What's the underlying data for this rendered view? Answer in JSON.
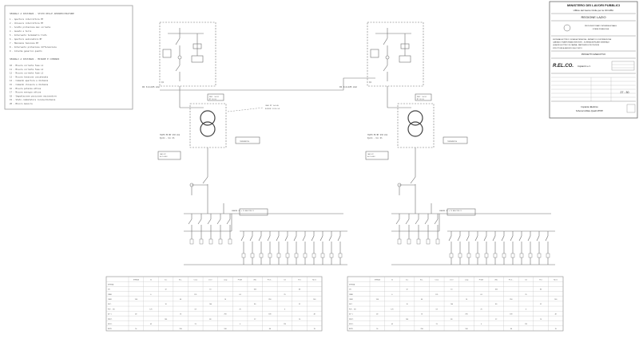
{
  "legend": {
    "section1_title": "SEGNALI A DISTANZA - STATO DELLE APPARECCHIATURE",
    "section1_items": [
      "1 - Apertura interruttore MT",
      "2 - Chiusura interruttore MT",
      "3 - Scatto protezione max corrente",
      "4 - Guasto a terra",
      "5 - Intervento termometro trafo",
      "6 - Apertura sezionatore BT",
      "7 - Mancanza tensione BT",
      "8 - Intervento protezione differenziale",
      "9 - Allarme generico quadro"
    ],
    "section2_title": "SEGNALI A DISTANZA - MISURE E COMANDI",
    "section2_items": [
      "10 - Misura corrente fase L1",
      "11 - Misura corrente fase L2",
      "12 - Misura corrente fase L3",
      "13 - Misura tensione concatenata",
      "14 - Comando apertura a distanza",
      "15 - Comando chiusura a distanza",
      "16 - Misura potenza attiva",
      "17 - Misura energia attiva",
      "18 - Segnalazione posizione sezionatore",
      "19 - Stato commutatore locale/distanza",
      "20 - Blocco manovra"
    ]
  },
  "title_block": {
    "header": "MINISTERO DEI LAVORI PUBBLICI",
    "office": "Ufficio del Genio Civile per le OO.MM.",
    "region": "REGIONE LAZIO",
    "stamp_line1": "PROVVEDITORATO INTERREGIONALE",
    "stamp_line2": "OPERE PUBBLICHE",
    "desc_lines": [
      "SISTEMA ELETTRICO DI MEDIA TENSIONE - IMPIANTO DI DISTRIBUZIONE",
      "CABINA DI TRASFORMAZIONE MT/BT - SCHEMA UNIFILARE GENERALE",
      "QUADRI ELETTRICI DI CABINA - PARTENZE E PROTEZIONI",
      "STRUTTURE A SERVIZIO DEL PORTO"
    ],
    "project": "PROGETTO ESECUTIVO",
    "company": "R.EL.CO.",
    "company_suffix": "Impianti s.r.l.",
    "sheet_no": "27 - 30",
    "footer1": "Impianto Elettrico",
    "footer2": "Schema Unifilare Quadri MT/BT"
  },
  "annotations": {
    "cable_left": "IN 3x1x185 mm2",
    "cable_right": "IN 3x1x185 mm2",
    "trafo_left": "TRAFO MT/BT 630 kVA",
    "trafo_right": "TRAFO MT/BT 630 kVA",
    "bus_left": "SBARRE 3F + N 400/230 V",
    "bus_right": "SBARRE 3F + N 400/230 V",
    "trafo_note": "Dyn11 - Ucc 6%"
  },
  "table_headers": [
    "UTENZA",
    "In",
    "Icc",
    "Sez.",
    "Cavo",
    "L(m)",
    "cosφ",
    "P(kW)",
    "ΔV%",
    "Prot.",
    "Id",
    "Pol",
    "Note"
  ],
  "table_left": {
    "row_labels": [
      "UTENZA",
      "IN",
      "IMAX",
      "CAVO",
      "SEZ.",
      "POT. kW",
      "ΔV %",
      "PROT.",
      "DIFF.",
      "NOTE"
    ],
    "values": [
      "250",
      "160",
      "125",
      "100",
      "80",
      "63",
      "40",
      "32",
      "25",
      "16",
      "10",
      "6"
    ]
  },
  "table_right": {
    "row_labels": [
      "UTENZA",
      "IN",
      "IMAX",
      "CAVO",
      "SEZ.",
      "POT. kW",
      "ΔV %",
      "PROT.",
      "DIFF.",
      "NOTE"
    ],
    "values": [
      "250",
      "160",
      "125",
      "100",
      "80",
      "63",
      "40",
      "32",
      "25",
      "16",
      "10",
      "6"
    ]
  }
}
